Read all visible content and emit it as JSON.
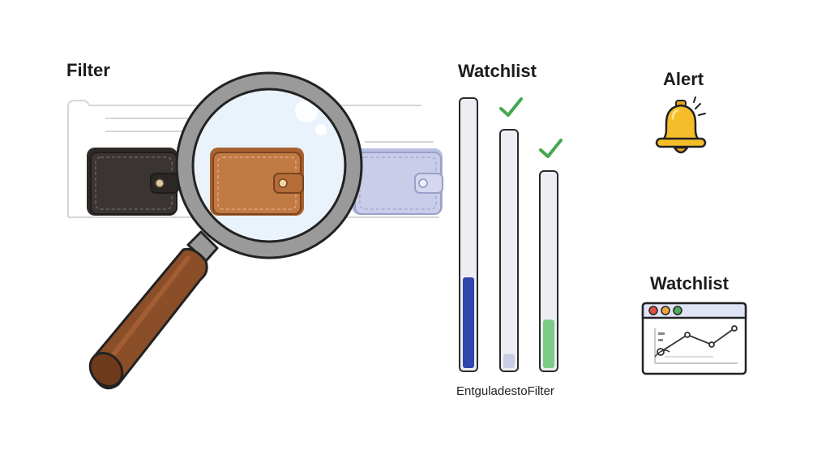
{
  "labels": {
    "filter": "Filter",
    "watchlist": "Watchlist",
    "alert": "Alert",
    "watchlist_panel": "Watchlist",
    "caption": "EntguladestoFilter"
  },
  "colors": {
    "wallet_dark": "#3a3532",
    "wallet_brown": "#c27a45",
    "wallet_lavender": "#c9cdea",
    "handle_brown": "#8a4e28",
    "bar_blue": "#2f46ad",
    "bar_green": "#7ccc86",
    "check_green": "#43a84f",
    "bell_yellow": "#f5bd2a",
    "dot_red": "#e0523f",
    "dot_orange": "#f0a43a",
    "dot_green": "#4cae57"
  },
  "bars": [
    {
      "fill": 0.34,
      "checked": false,
      "color": "#2f46ad"
    },
    {
      "fill": 0.06,
      "checked": true,
      "color": "#c9cde4"
    },
    {
      "fill": 0.25,
      "checked": true,
      "color": "#7ccc86"
    }
  ],
  "icons": [
    "magnifying-glass-icon",
    "wallet-icon",
    "check-icon",
    "bell-icon",
    "browser-window-icon",
    "line-chart-icon"
  ]
}
